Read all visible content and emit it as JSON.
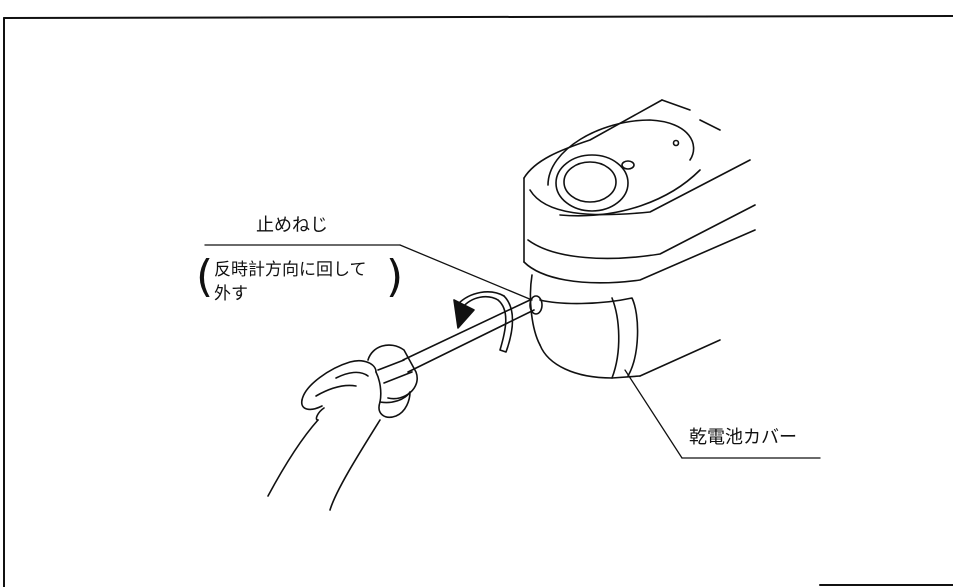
{
  "labels": {
    "screw": "止めねじ",
    "instruction_line1": "反時計方向に回して",
    "instruction_line2": "外す",
    "paren_open": "(",
    "paren_close": ")",
    "battery_cover": "乾電池カバー"
  },
  "colors": {
    "line": "#111111",
    "background": "#ffffff"
  }
}
